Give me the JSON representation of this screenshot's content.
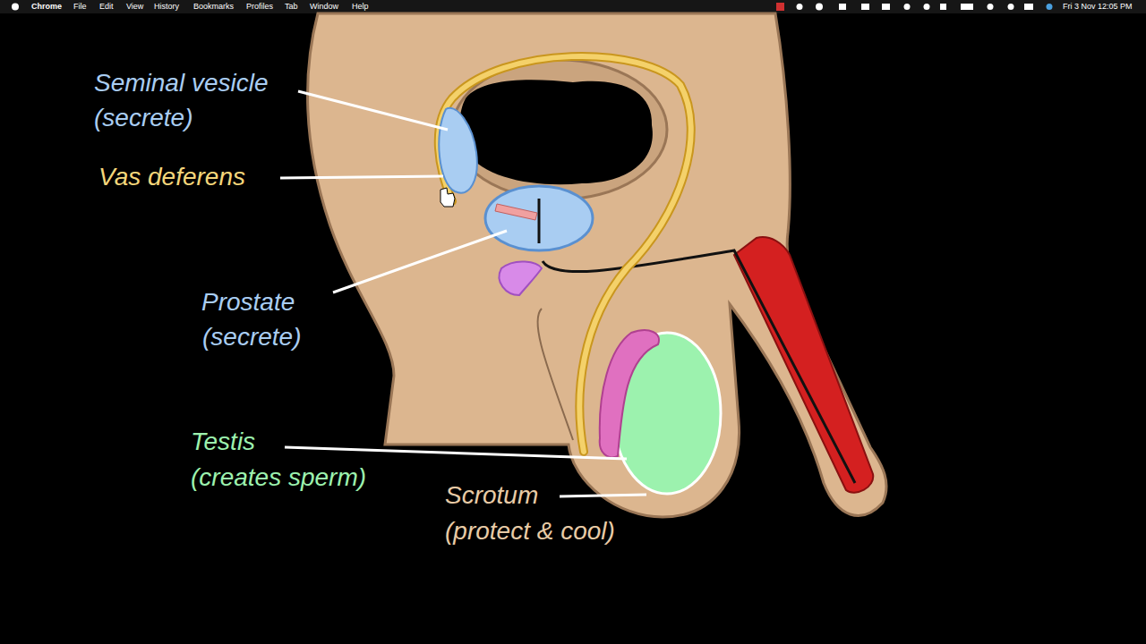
{
  "diagram": {
    "labels": [
      "Chrome",
      "File",
      "Edit",
      "View",
      "History",
      "Bookmarks",
      "Profiles",
      "Tab",
      "Window",
      "Help",
      "Fri 3 Nov 12:05 PM",
      "Seminal vesicle",
      "(secrete)",
      "Vas deferens",
      "Prostate",
      "(secrete)",
      "Testis",
      "(creates sperm)",
      "Scrotum",
      "(protect & cool)"
    ]
  }
}
